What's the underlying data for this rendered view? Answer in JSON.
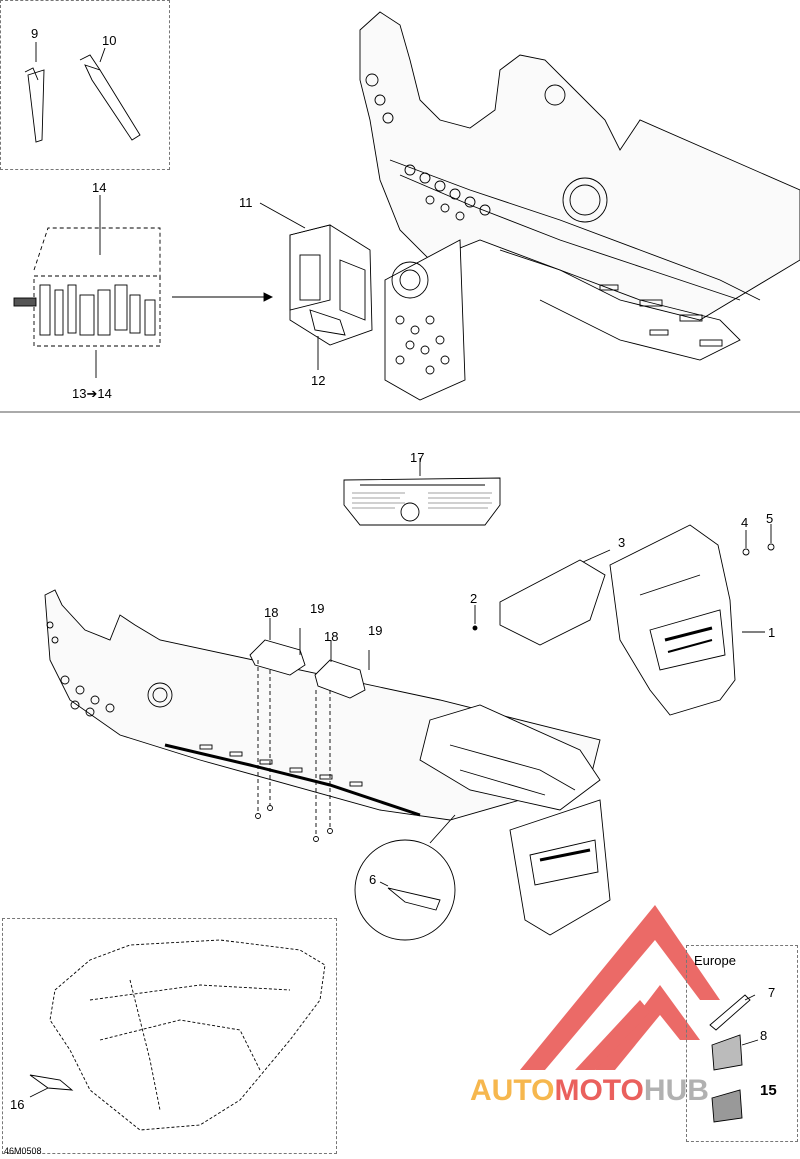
{
  "callouts": {
    "c1": "1",
    "c2": "2",
    "c3": "3",
    "c4": "4",
    "c5": "5",
    "c6": "6",
    "c7": "7",
    "c8": "8",
    "c9": "9",
    "c10": "10",
    "c11": "11",
    "c12": "12",
    "c13_14": "13➔14",
    "c14": "14",
    "c15": "15",
    "c16": "16",
    "c17": "17",
    "c18a": "18",
    "c18b": "18",
    "c19a": "19",
    "c19b": "19"
  },
  "region_label": "Europe",
  "figure_code": "46M0508",
  "watermark": {
    "part1": "AUTO",
    "part2": "MOTO",
    "part3": "HUB",
    "colors": {
      "triangle": "#e53935",
      "orange": "#f5a623",
      "red": "#e53935",
      "gray": "#9e9e9e"
    }
  }
}
